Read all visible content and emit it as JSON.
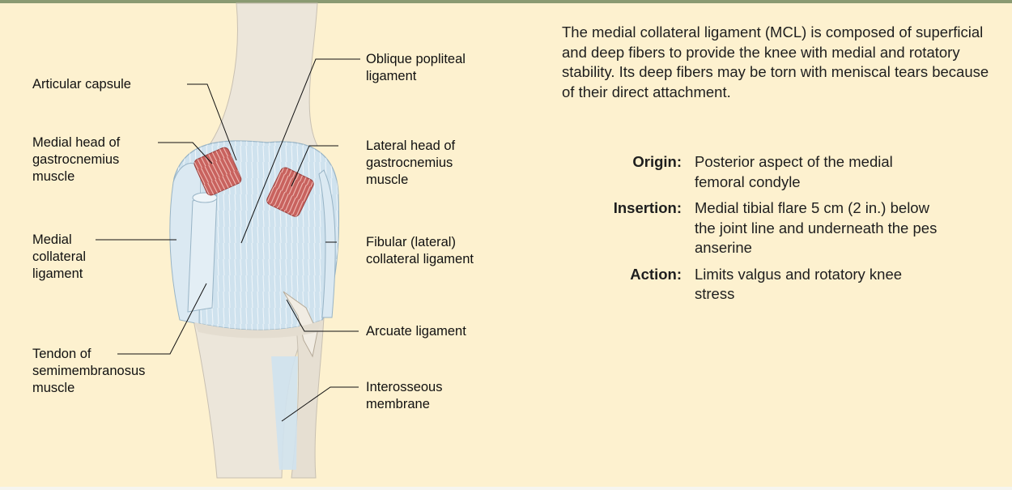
{
  "colors": {
    "background": "#fdf1cf",
    "top_bar": "#8a9a72",
    "ligament": "#cfe2ee",
    "bone": "#ece6da",
    "muscle": "#c8625e"
  },
  "labels": {
    "articular_capsule": "Articular capsule",
    "medial_head": "Medial head of\ngastrocnemius\nmuscle",
    "mcl": "Medial\ncollateral\nligament",
    "tendon_semi": "Tendon of\nsemimembranosus\nmuscle",
    "oblique_popliteal": "Oblique popliteal\nligament",
    "lateral_head": "Lateral head of\ngastrocnemius\nmuscle",
    "fibular": "Fibular (lateral)\ncollateral ligament",
    "arcuate": "Arcuate ligament",
    "interosseous": "Interosseous\nmembrane"
  },
  "description": "The medial collateral ligament (MCL) is composed of superficial and deep fibers to provide the knee with medial and rotatory stability. Its deep fibers may be torn with meniscal tears because of their direct attachment.",
  "fields": [
    {
      "key": "Origin:",
      "value": "Posterior aspect of the medial femoral condyle"
    },
    {
      "key": "Insertion:",
      "value": "Medial tibial flare 5 cm (2 in.) below the joint line and underneath the pes anserine"
    },
    {
      "key": "Action:",
      "value": "Limits valgus and rotatory knee stress"
    }
  ]
}
